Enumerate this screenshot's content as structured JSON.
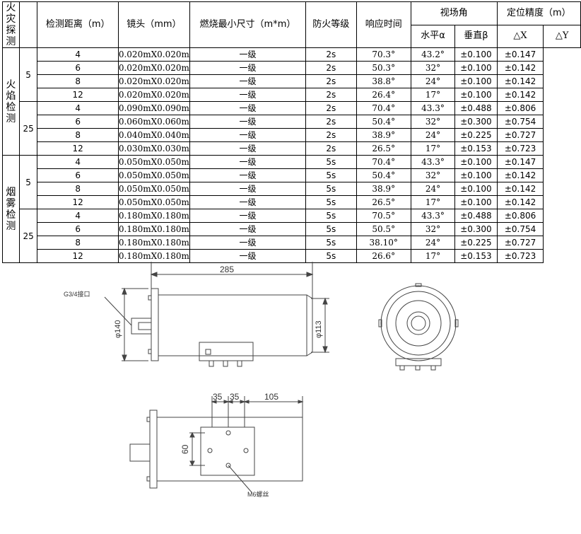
{
  "table": {
    "outer_label": "火灾探测",
    "group_labels": [
      "火焰检测",
      "烟雾检测"
    ],
    "headers": {
      "distance": "检测距离（m）",
      "lens": "镜头（mm）",
      "min_size": "燃烧最小尺寸（m*m）",
      "fire_grade": "防火等级",
      "response": "响应时间",
      "fov": "视场角",
      "fov_h": "水平α",
      "fov_v": "垂直β",
      "accuracy": "定位精度（m）",
      "acc_x": "△X",
      "acc_y": "△Y"
    },
    "distances": [
      "5",
      "25",
      "5",
      "25"
    ],
    "rows": [
      {
        "lens": "4",
        "size": "0.020mX0.020m",
        "grade": "一级",
        "resp": "2s",
        "h": "70.3°",
        "v": "43.2°",
        "dx": "±0.100",
        "dy": "±0.147"
      },
      {
        "lens": "6",
        "size": "0.020mX0.020m",
        "grade": "一级",
        "resp": "2s",
        "h": "50.3°",
        "v": "32°",
        "dx": "±0.100",
        "dy": "±0.142"
      },
      {
        "lens": "8",
        "size": "0.020mX0.020m",
        "grade": "一级",
        "resp": "2s",
        "h": "38.8°",
        "v": "24°",
        "dx": "±0.100",
        "dy": "±0.142"
      },
      {
        "lens": "12",
        "size": "0.020mX0.020m",
        "grade": "一级",
        "resp": "2s",
        "h": "26.4°",
        "v": "17°",
        "dx": "±0.100",
        "dy": "±0.142"
      },
      {
        "lens": "4",
        "size": "0.090mX0.090m",
        "grade": "一级",
        "resp": "2s",
        "h": "70.4°",
        "v": "43.3°",
        "dx": "±0.488",
        "dy": "±0.806"
      },
      {
        "lens": "6",
        "size": "0.060mX0.060m",
        "grade": "一级",
        "resp": "2s",
        "h": "50.4°",
        "v": "32°",
        "dx": "±0.300",
        "dy": "±0.754"
      },
      {
        "lens": "8",
        "size": "0.040mX0.040m",
        "grade": "一级",
        "resp": "2s",
        "h": "38.9°",
        "v": "24°",
        "dx": "±0.225",
        "dy": "±0.727"
      },
      {
        "lens": "12",
        "size": "0.030mX0.030m",
        "grade": "一级",
        "resp": "2s",
        "h": "26.5°",
        "v": "17°",
        "dx": "±0.153",
        "dy": "±0.723"
      },
      {
        "lens": "4",
        "size": "0.050mX0.050m",
        "grade": "一级",
        "resp": "5s",
        "h": "70.4°",
        "v": "43.3°",
        "dx": "±0.100",
        "dy": "±0.147"
      },
      {
        "lens": "6",
        "size": "0.050mX0.050m",
        "grade": "一级",
        "resp": "5s",
        "h": "50.4°",
        "v": "32°",
        "dx": "±0.100",
        "dy": "±0.142"
      },
      {
        "lens": "8",
        "size": "0.050mX0.050m",
        "grade": "一级",
        "resp": "5s",
        "h": "38.9°",
        "v": "24°",
        "dx": "±0.100",
        "dy": "±0.142"
      },
      {
        "lens": "12",
        "size": "0.050mX0.050m",
        "grade": "一级",
        "resp": "5s",
        "h": "26.5°",
        "v": "17°",
        "dx": "±0.100",
        "dy": "±0.142"
      },
      {
        "lens": "4",
        "size": "0.180mX0.180m",
        "grade": "一级",
        "resp": "5s",
        "h": "70.5°",
        "v": "43.3°",
        "dx": "±0.488",
        "dy": "±0.806"
      },
      {
        "lens": "6",
        "size": "0.180mX0.180m",
        "grade": "一级",
        "resp": "5s",
        "h": "50.5°",
        "v": "32°",
        "dx": "±0.300",
        "dy": "±0.754"
      },
      {
        "lens": "8",
        "size": "0.180mX0.180m",
        "grade": "一级",
        "resp": "5s",
        "h": "38.10°",
        "v": "24°",
        "dx": "±0.225",
        "dy": "±0.727"
      },
      {
        "lens": "12",
        "size": "0.180mX0.180m",
        "grade": "一级",
        "resp": "5s",
        "h": "26.6°",
        "v": "17°",
        "dx": "±0.153",
        "dy": "±0.723"
      }
    ]
  },
  "drawing": {
    "dim_length": "285",
    "dim_outer_dia": "φ140",
    "dim_inner_dia": "φ113",
    "thread_label": "G3/4接口",
    "dim_a": "35",
    "dim_b": "35",
    "dim_c": "105",
    "dim_height": "60",
    "bolt_label": "M6螺丝"
  }
}
